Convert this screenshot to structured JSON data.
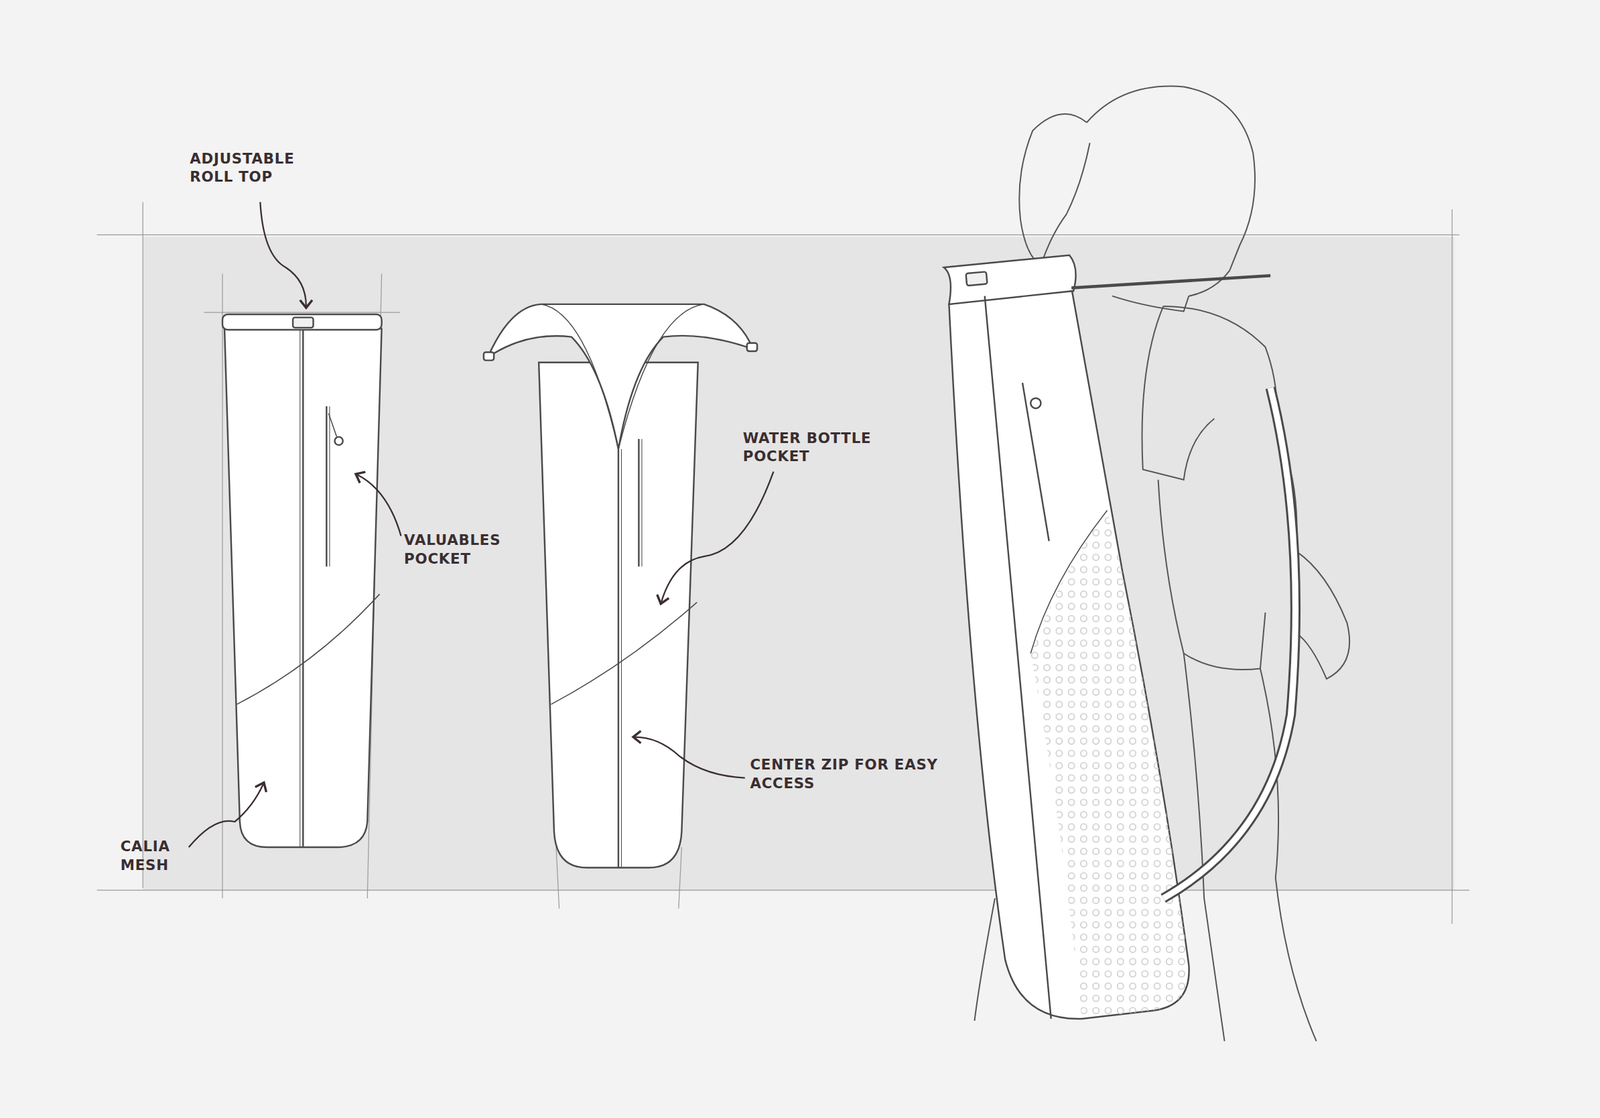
{
  "diagram": {
    "labels": [
      "ADJUSTABLE ROLL TOP",
      "VALUABLES POCKET",
      "CALIA MESH",
      "WATER BOTTLE POCKET",
      "CENTER ZIP FOR EASY ACCESS"
    ]
  }
}
